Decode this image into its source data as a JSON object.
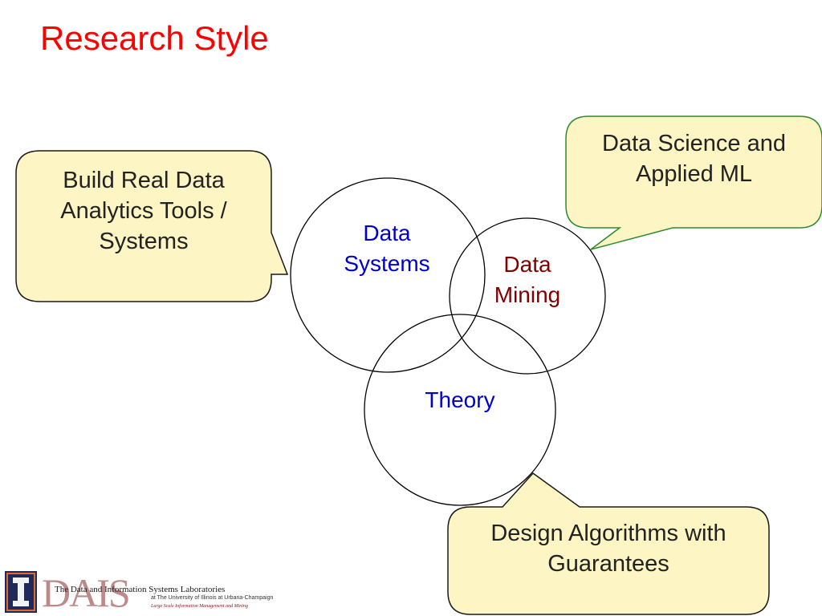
{
  "slide": {
    "title": "Research Style",
    "title_color": "#ff0000"
  },
  "callouts": {
    "systems": {
      "text_lines": [
        "Build Real Data",
        "Analytics Tools /",
        "Systems"
      ]
    },
    "mining": {
      "text_lines": [
        "Data Science and",
        "Applied ML"
      ]
    },
    "theory": {
      "text_lines": [
        "Design Algorithms with",
        "Guarantees"
      ]
    },
    "fill_color": "#fdf5c3"
  },
  "circles": {
    "systems": {
      "label_lines": [
        "Data",
        "Systems"
      ],
      "color": "#0000cc"
    },
    "mining": {
      "label_lines": [
        "Data",
        "Mining"
      ],
      "color": "#800000"
    },
    "theory": {
      "label_lines": [
        "Theory"
      ],
      "color": "#0000cc"
    }
  },
  "logo": {
    "emblem": "illinois-I-icon",
    "wordmark": "DAIS",
    "tagline": "The Data and Information Systems Laboratories",
    "subline": "at The University of Illinois at Urbana-Champaign",
    "subline2": "Large Scale Information Management and Mining"
  }
}
